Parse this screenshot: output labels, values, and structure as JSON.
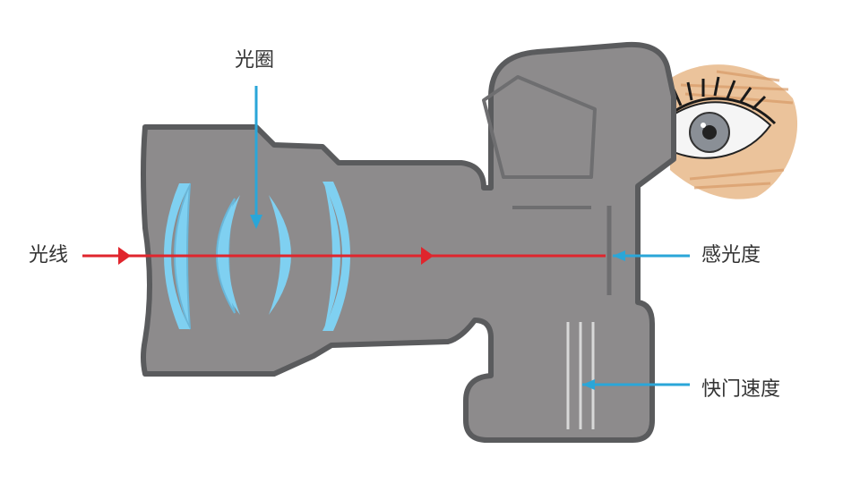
{
  "labels": {
    "aperture": "光圈",
    "light": "光线",
    "iso": "感光度",
    "shutter_speed": "快门速度"
  },
  "colors": {
    "body_fill": "#8d8b8c",
    "body_stroke": "#5a5b5d",
    "lens_element": "#7fd0f1",
    "light_ray": "#e0252d",
    "pointer": "#2aa6d8",
    "skin": "#e8b88a",
    "text": "#333333"
  },
  "icons": {
    "eye": "eye-icon",
    "camera": "camera-body"
  }
}
